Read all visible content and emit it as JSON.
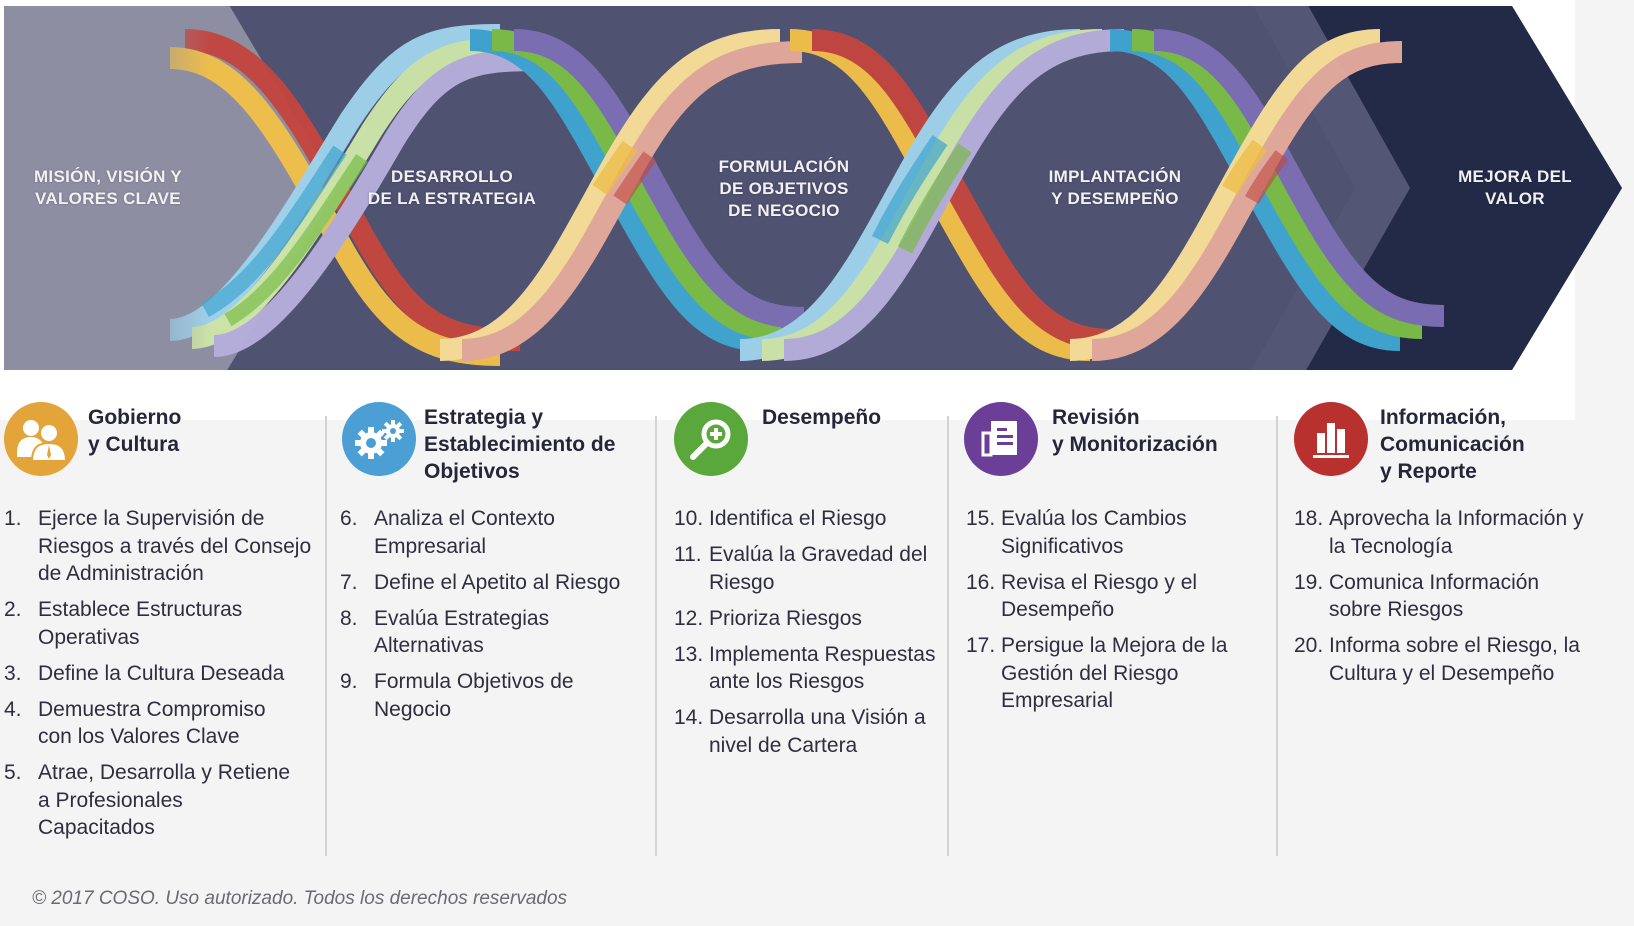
{
  "banner": {
    "stages": [
      {
        "line1": "MISIÓN, VISIÓN Y",
        "line2": "VALORES CLAVE"
      },
      {
        "line1": "DESARROLLO",
        "line2": "DE LA ESTRATEGIA"
      },
      {
        "line1": "FORMULACIÓN",
        "line2": "DE OBJETIVOS",
        "line3": "DE NEGOCIO"
      },
      {
        "line1": "IMPLANTACIÓN",
        "line2": "Y DESEMPEÑO"
      },
      {
        "line1": "MEJORA DEL",
        "line2": "VALOR"
      }
    ],
    "colors": {
      "left_panel": "#8e8ea2",
      "mid_panel": "#4f5270",
      "arrow_panel": "#232a48",
      "ribbon_red": "#c4473f",
      "ribbon_yellow": "#f2c04a",
      "ribbon_blue": "#3fa6d2",
      "ribbon_green": "#7bbd47",
      "ribbon_purple": "#7c6fb4",
      "ribbon_lightblue": "#9fd3ec",
      "ribbon_lightgreen": "#cde6a8",
      "ribbon_lavender": "#b6aedb",
      "ribbon_cream": "#f8de97",
      "ribbon_pink": "#e4aa9c"
    }
  },
  "components": [
    {
      "title_lines": [
        "Gobierno",
        "y Cultura"
      ],
      "icon": "people-icon",
      "color": "#e3a53a",
      "items": [
        {
          "num": "1.",
          "text": "Ejerce la Supervisión de Riesgos a través del Consejo de Administración"
        },
        {
          "num": "2.",
          "text": "Establece Estructuras Operativas"
        },
        {
          "num": "3.",
          "text": "Define la Cultura Deseada"
        },
        {
          "num": "4.",
          "text": "Demuestra Compromiso con los Valores Clave"
        },
        {
          "num": "5.",
          "text": "Atrae, Desarrolla y Retiene a Profesionales Capacitados"
        }
      ]
    },
    {
      "title_lines": [
        "Estrategia y",
        "Establecimiento de",
        "Objetivos"
      ],
      "icon": "gears-icon",
      "color": "#4b9fd4",
      "items": [
        {
          "num": "6.",
          "text": "Analiza el Contexto Empresarial"
        },
        {
          "num": "7.",
          "text": "Define el Apetito al Riesgo"
        },
        {
          "num": "8.",
          "text": "Evalúa Estrategias Alternativas"
        },
        {
          "num": "9.",
          "text": "Formula Objetivos de Negocio"
        }
      ]
    },
    {
      "title_lines": [
        "Desempeño"
      ],
      "icon": "magnifier-plus-icon",
      "color": "#5aa83c",
      "items": [
        {
          "num": "10.",
          "text": "Identifica el Riesgo"
        },
        {
          "num": "11.",
          "text": "Evalúa la Gravedad del Riesgo"
        },
        {
          "num": "12.",
          "text": "Prioriza Riesgos"
        },
        {
          "num": "13.",
          "text": "Implementa Respuestas ante los Riesgos"
        },
        {
          "num": "14.",
          "text": "Desarrolla una Visión a nivel de Cartera"
        }
      ]
    },
    {
      "title_lines": [
        "Revisión",
        "y Monitorización"
      ],
      "icon": "document-icon",
      "color": "#6b3f98",
      "items": [
        {
          "num": "15.",
          "text": "Evalúa los Cambios Significativos"
        },
        {
          "num": "16.",
          "text": "Revisa el Riesgo y el Desempeño"
        },
        {
          "num": "17.",
          "text": "Persigue la Mejora de la Gestión del Riesgo Empresarial"
        }
      ]
    },
    {
      "title_lines": [
        "Información,",
        "Comunicación",
        "y Reporte"
      ],
      "icon": "bar-chart-icon",
      "color": "#b8312f",
      "items": [
        {
          "num": "18.",
          "text": "Aprovecha la Información y la Tecnología"
        },
        {
          "num": "19.",
          "text": "Comunica Información sobre Riesgos"
        },
        {
          "num": "20.",
          "text": "Informa sobre el Riesgo, la Cultura y el Desempeño"
        }
      ]
    }
  ],
  "footer": {
    "copyright": "© 2017 COSO. Uso autorizado. Todos los derechos reservados"
  }
}
